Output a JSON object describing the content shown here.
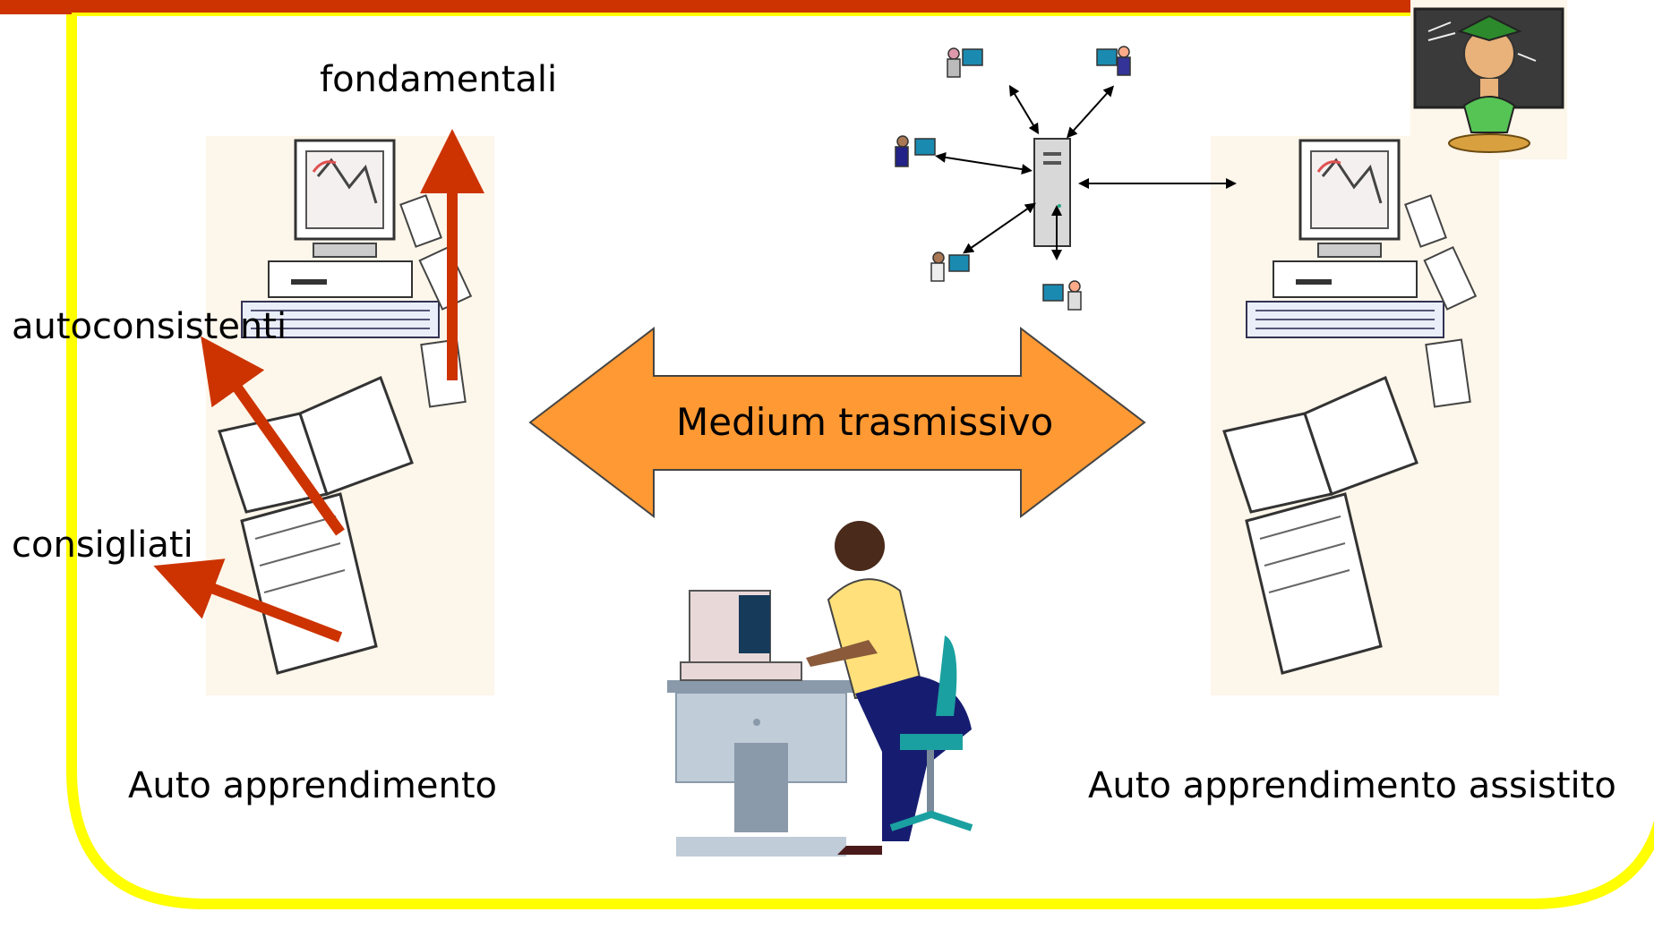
{
  "labels": {
    "fondamentali": "fondamentali",
    "autoconsistenti": "autoconsistenti",
    "consigliati": "consigliati",
    "medium": "Medium trasmissivo",
    "left_caption": "Auto apprendimento",
    "right_caption": "Auto apprendimento assistito"
  },
  "colors": {
    "frame_border": "#ffff00",
    "header_bar": "#cc3300",
    "arrow_fill": "#ff9933",
    "red_arrow": "#cc3300",
    "book_bg": "#fdf6ea"
  },
  "icons": {
    "left_stack": "computer-and-books-icon",
    "right_stack": "computer-and-books-icon",
    "network": "network-server-icon",
    "student": "person-at-computer-icon",
    "teacher": "teacher-genie-icon"
  }
}
